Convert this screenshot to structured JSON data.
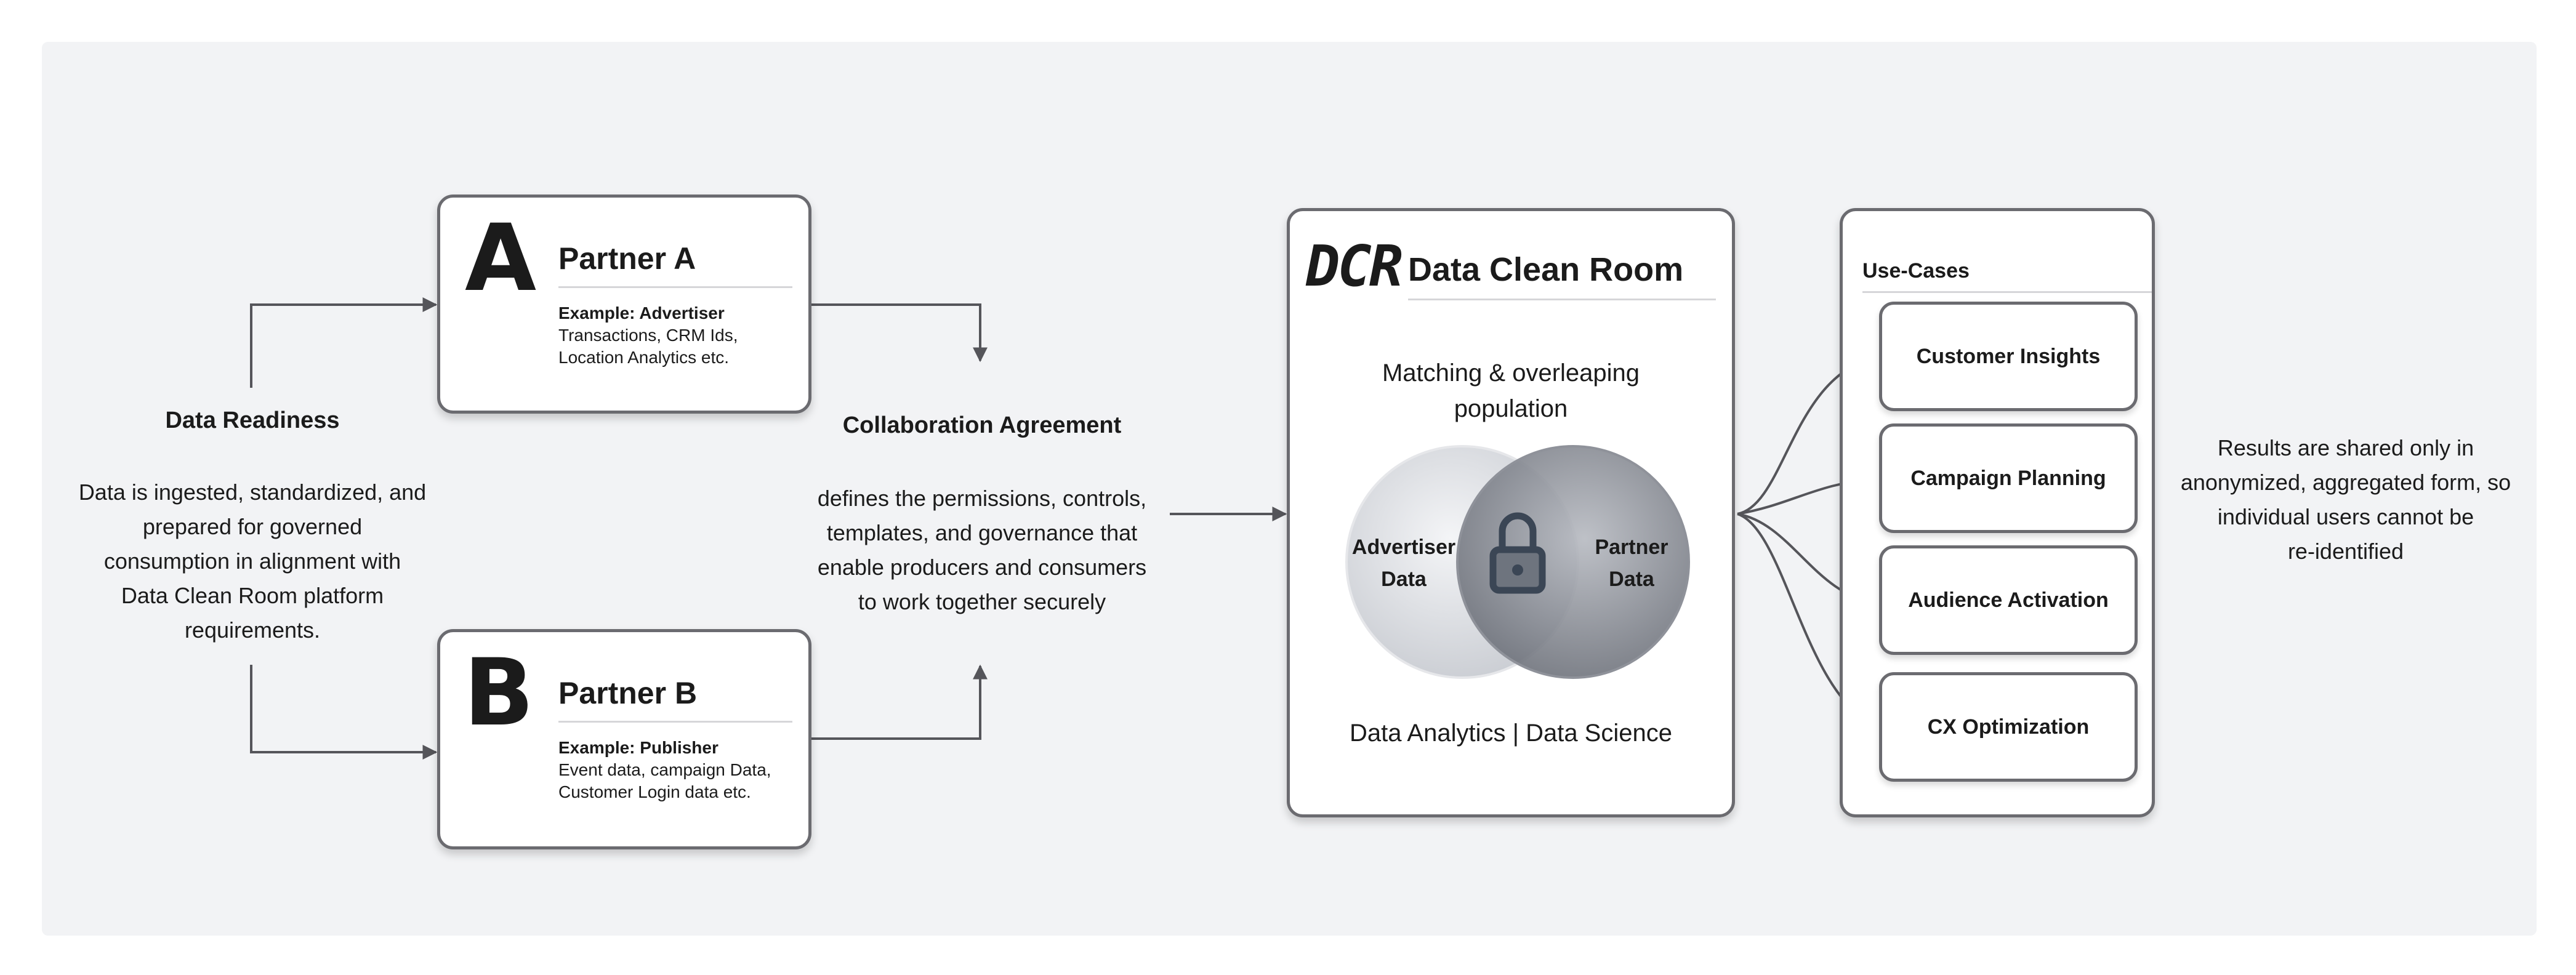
{
  "data_readiness": {
    "title": "Data Readiness",
    "lines": [
      "Data is ingested, standardized, and",
      "prepared for governed",
      "consumption in alignment with",
      "Data Clean Room platform",
      "requirements."
    ]
  },
  "partner_a": {
    "logo_letter": "A",
    "title": "Partner A",
    "example_label": "Example: Advertiser",
    "lines": [
      "Transactions, CRM Ids,",
      "Location Analytics etc."
    ]
  },
  "partner_b": {
    "logo_letter": "B",
    "title": "Partner B",
    "example_label": "Example: Publisher",
    "lines": [
      "Event data, campaign Data,",
      "Customer Login data etc."
    ]
  },
  "collaboration": {
    "title": "Collaboration Agreement",
    "lines": [
      "defines the permissions, controls,",
      "templates, and governance that",
      "enable producers and consumers",
      "to work together securely"
    ]
  },
  "clean_room": {
    "logo_text": "DCR",
    "title": "Data Clean Room",
    "subtitle_lines": [
      "Matching & overleaping",
      "population"
    ],
    "venn_left_lines": [
      "Advertiser",
      "Data"
    ],
    "venn_right_lines": [
      "Partner",
      "Data"
    ],
    "footer": "Data Analytics | Data Science"
  },
  "use_cases": {
    "title": "Use-Cases",
    "items": [
      "Customer Insights",
      "Campaign Planning",
      "Audience Activation",
      "CX Optimization"
    ]
  },
  "results": {
    "lines": [
      "Results are shared only in",
      "anonymized, aggregated form, so",
      "individual users cannot be",
      "re-identified"
    ]
  },
  "colors": {
    "panel_bg": "#f2f3f5",
    "border": "#6b6b70",
    "connector": "#55555a",
    "venn_left": "#d9dbe0",
    "venn_right": "#7f838b",
    "lock": "#3b4655"
  }
}
